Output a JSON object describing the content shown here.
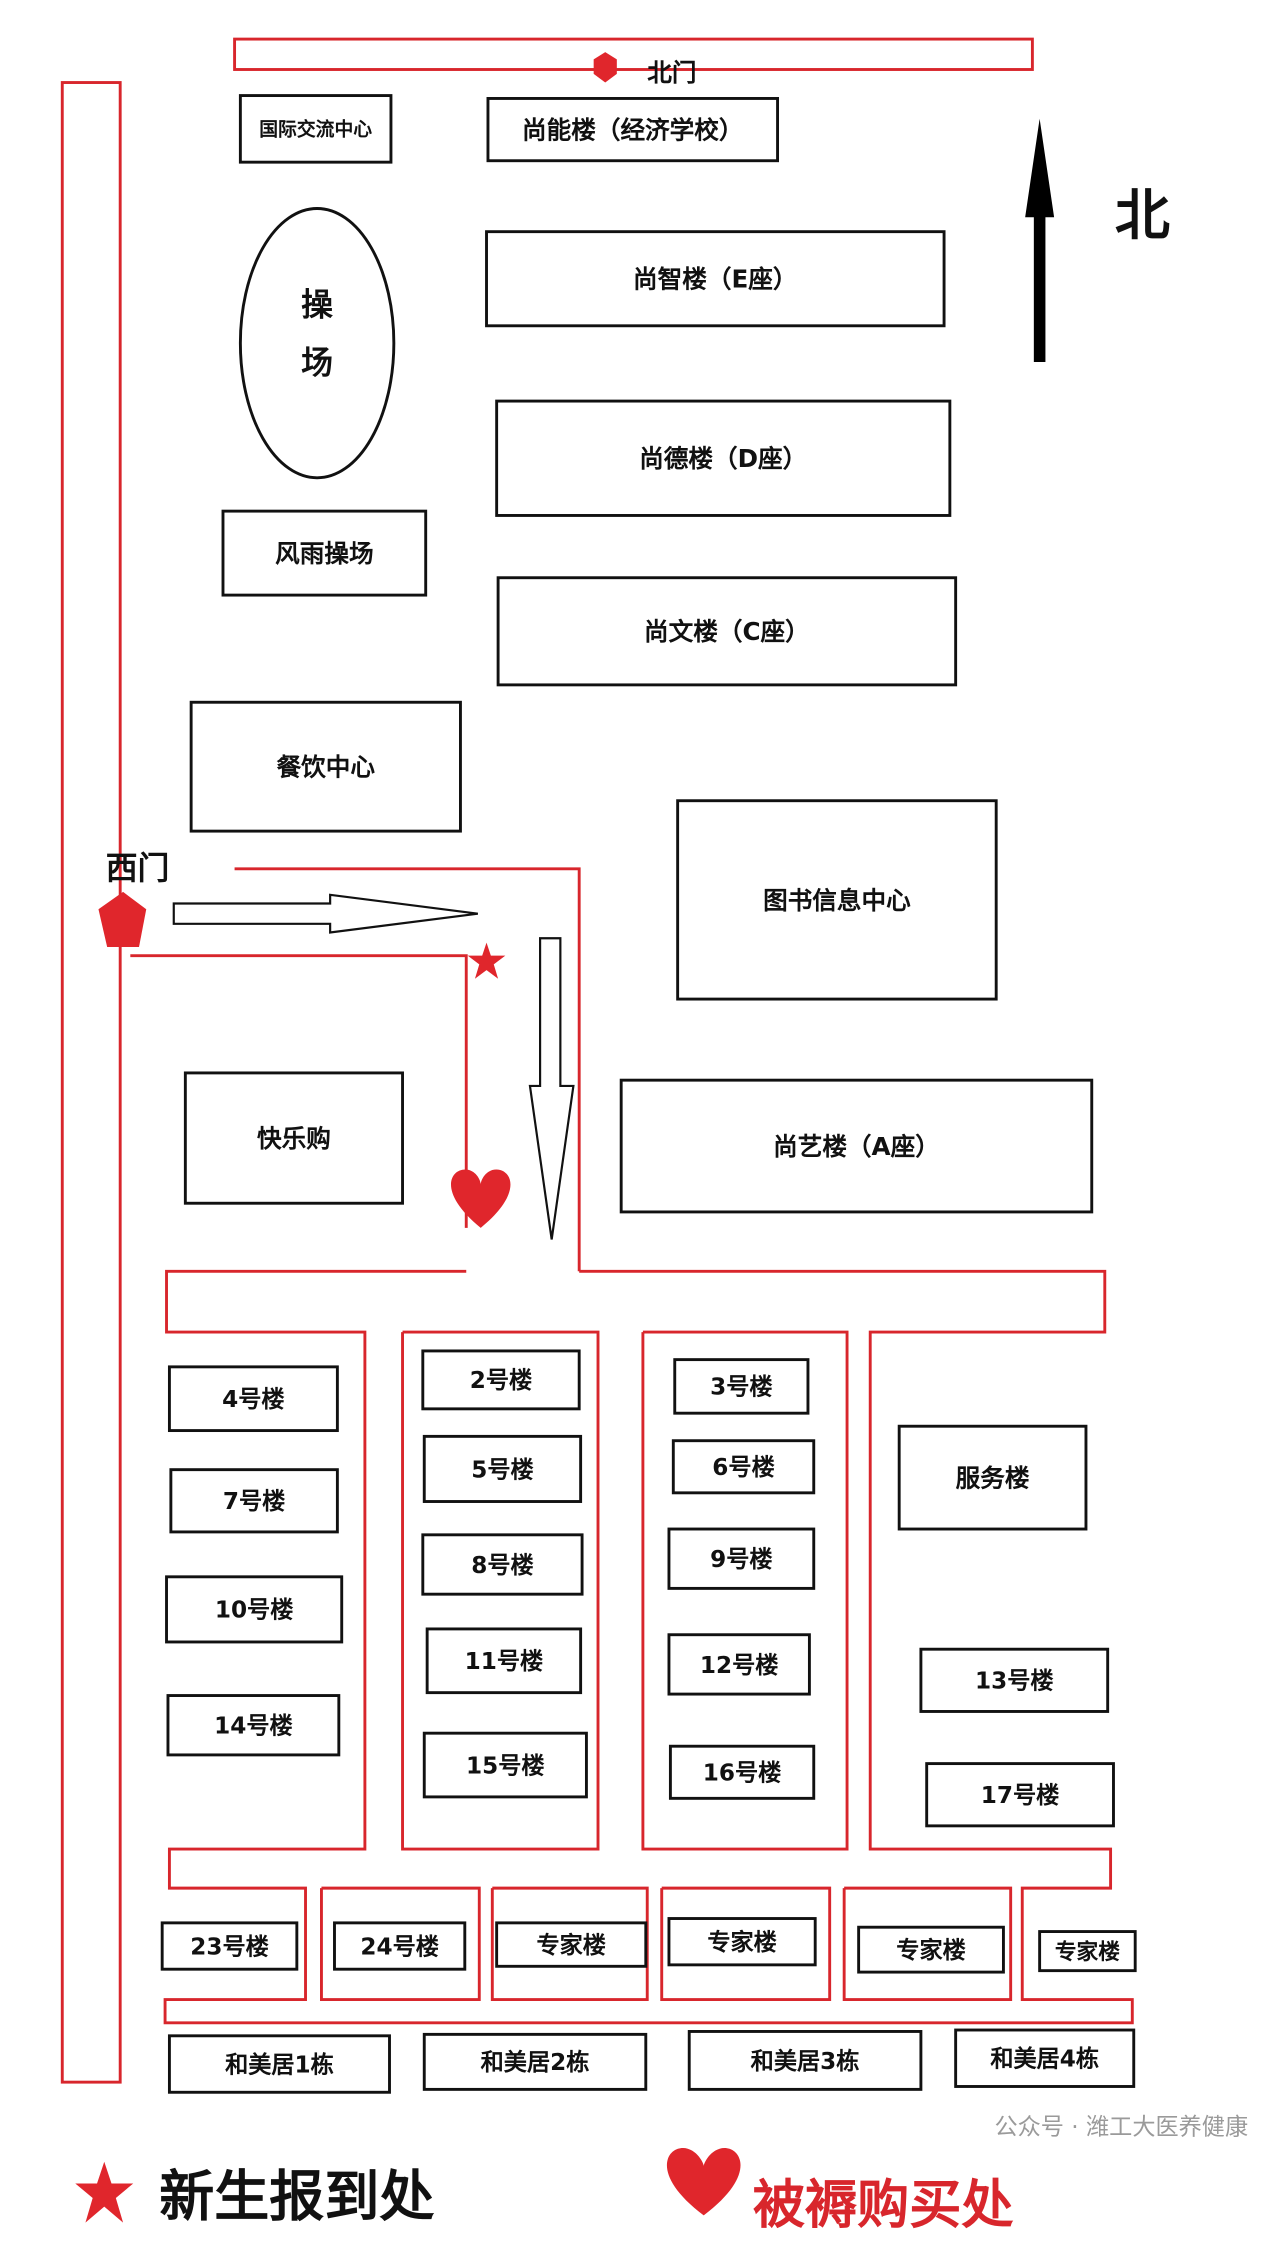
{
  "map": {
    "north_label": "北",
    "north_gate": "北门",
    "west_gate": "西门",
    "playground": [
      "操",
      "场"
    ],
    "buildings": {
      "intl_center": "国际交流中心",
      "shangneng": "尚能楼（经济学校）",
      "shangzhi": "尚智楼（E座）",
      "shangde": "尚德楼（D座）",
      "fengyu": "风雨操场",
      "shangwen": "尚文楼（C座）",
      "canyin": "餐饮中心",
      "library": "图书信息中心",
      "kuailegou": "快乐购",
      "shangyi": "尚艺楼（A座）",
      "b4": "4号楼",
      "b7": "7号楼",
      "b10": "10号楼",
      "b14": "14号楼",
      "b2": "2号楼",
      "b5": "5号楼",
      "b8": "8号楼",
      "b11": "11号楼",
      "b15": "15号楼",
      "b3": "3号楼",
      "b6": "6号楼",
      "b9": "9号楼",
      "b12": "12号楼",
      "b16": "16号楼",
      "fuwu": "服务楼",
      "b13": "13号楼",
      "b17": "17号楼",
      "b23": "23号楼",
      "b24": "24号楼",
      "expert1": "专家楼",
      "expert2": "专家楼",
      "expert3": "专家楼",
      "expert4": "专家楼",
      "hemei1": "和美居1栋",
      "hemei2": "和美居2栋",
      "hemei3": "和美居3栋",
      "hemei4": "和美居4栋"
    }
  },
  "legend": {
    "registration": "新生报到处",
    "bedding": "被褥购买处",
    "star_icon": "star",
    "heart_icon": "heart",
    "registration_color": "#e0262c",
    "bedding_color": "#d8262c"
  },
  "watermark": "公众号 · 潍工大医养健康",
  "colors": {
    "road": "#d8262c",
    "marker": "#e0262c"
  }
}
